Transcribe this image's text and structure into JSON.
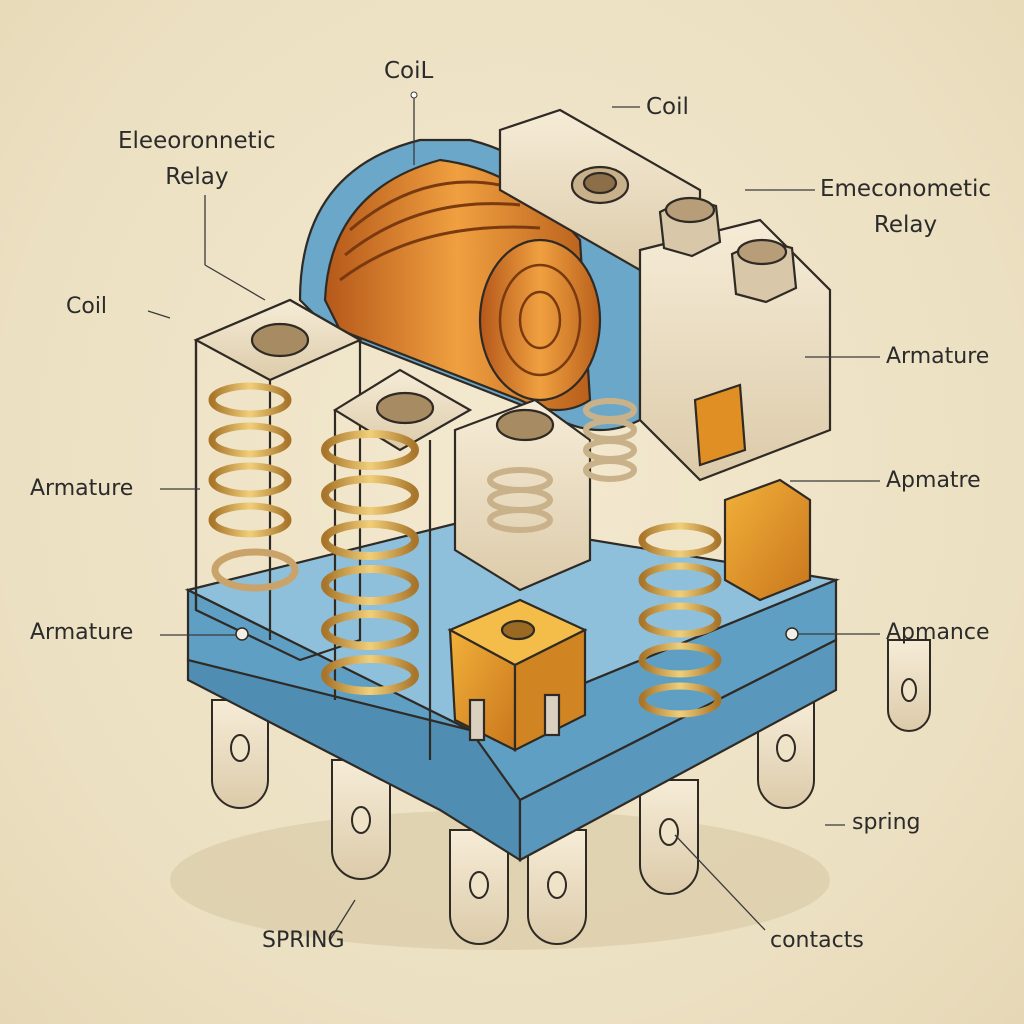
{
  "labels": {
    "coil_top": "CoiL",
    "coil_top_right": "Coil",
    "electro_left_line1": "Eleeoronnetic",
    "electro_left_line2": "Relay",
    "electro_right_line1": "Emeconometic",
    "electro_right_line2": "Relay",
    "coil_left": "Coil",
    "armature_right_1": "Armature",
    "armature_left_1": "Armature",
    "apmatre_right": "Apmatre",
    "armature_left_2": "Armature",
    "apmance_right": "Apmance",
    "spring_right": "spring",
    "spring_bottom": "SPRING",
    "contacts": "contacts"
  },
  "colors": {
    "background": "#efe4c8",
    "base_blue": "#6aa7c9",
    "coil_copper": "#d9822b",
    "bracket_cream": "#efe2c8",
    "spring_gold": "#d7a24a",
    "block_orange": "#e39a2a",
    "outline": "#2f2a24"
  }
}
